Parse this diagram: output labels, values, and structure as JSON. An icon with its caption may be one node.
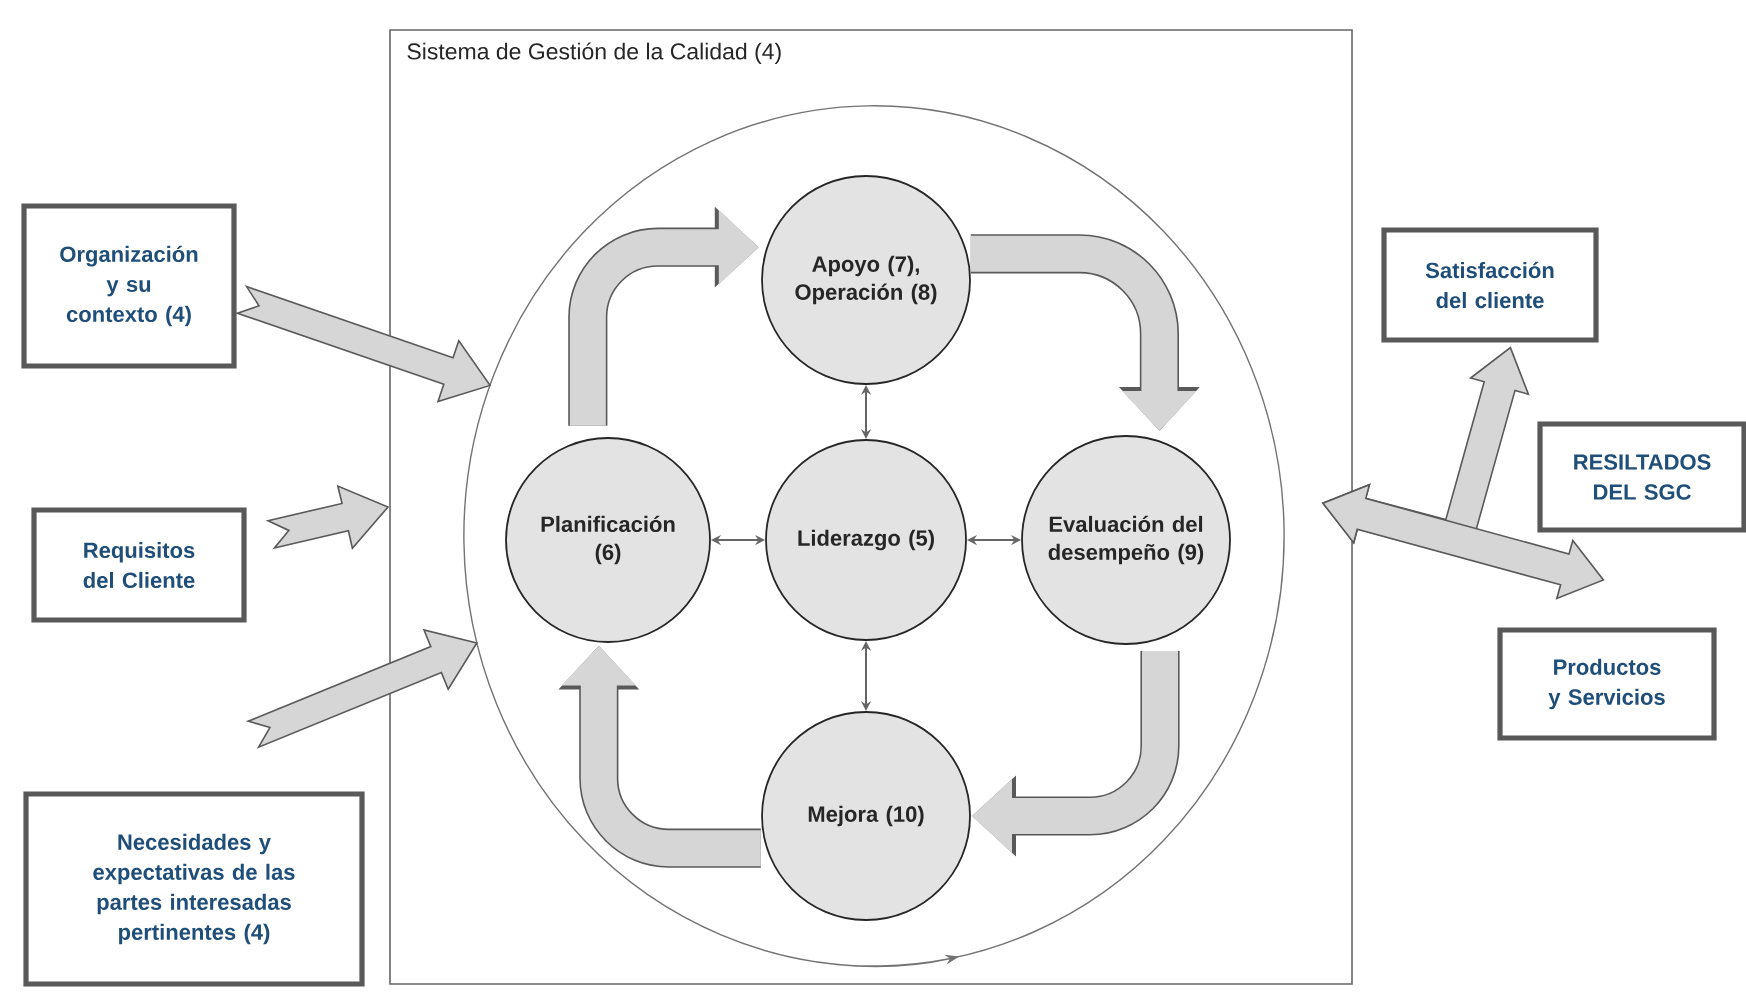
{
  "diagram": {
    "nodes": [
      {
        "text": [
          "Sistema de Gestión de la Calidad (4)"
        ]
      },
      {
        "text": [
          "Organización y su contexto (4)"
        ]
      },
      {
        "text": [
          "Requisitos del Cliente"
        ]
      },
      {
        "text": [
          "Necesidades y expectativas de las partes interesadas pertinentes (4)"
        ]
      },
      {
        "text": [],
        "shape": "circle",
        "in": 0
      },
      {
        "text": [
          "Apoyo (7), Operación (8)"
        ],
        "in": 4
      },
      {
        "text": [
          "Planificación (6)"
        ],
        "in": 4
      },
      {
        "text": [
          "Liderazgo (5)"
        ],
        "in": 4
      },
      {
        "text": [
          "Evaluación del desempeño (9)"
        ],
        "in": 4
      },
      {
        "text": [
          "Mejora (10)"
        ],
        "in": 4
      },
      {
        "text": [
          "Satisfacción del cliente"
        ]
      },
      {
        "text": [
          "RESILTADOS DEL SGC"
        ]
      },
      {
        "text": [
          "Productos y Servicios"
        ]
      }
    ],
    "edges": [
      {
        "from": 1,
        "to": 4,
        "arrow": "to"
      },
      {
        "from": 2,
        "to": 0,
        "arrow": "to"
      },
      {
        "from": 3,
        "to": 4,
        "arrow": "to"
      },
      {
        "from": 6,
        "to": 5,
        "arrow": "to",
        "style": "thick"
      },
      {
        "from": 5,
        "to": 8,
        "arrow": "to",
        "style": "thick"
      },
      {
        "from": 8,
        "to": 9,
        "arrow": "to",
        "style": "thick"
      },
      {
        "from": 9,
        "to": 6,
        "arrow": "to",
        "style": "thick"
      },
      {
        "from": 7,
        "to": 5,
        "arrow": "both",
        "color": "#666666"
      },
      {
        "from": 7,
        "to": 6,
        "arrow": "both",
        "color": "#666666"
      },
      {
        "from": 7,
        "to": 8,
        "arrow": "both",
        "color": "#666666"
      },
      {
        "from": 7,
        "to": 9,
        "arrow": "both",
        "color": "#666666"
      },
      {
        "from": 4,
        "to": 10,
        "arrow": "both"
      },
      {
        "from": 4,
        "to": 12,
        "arrow": "both"
      }
    ]
  }
}
